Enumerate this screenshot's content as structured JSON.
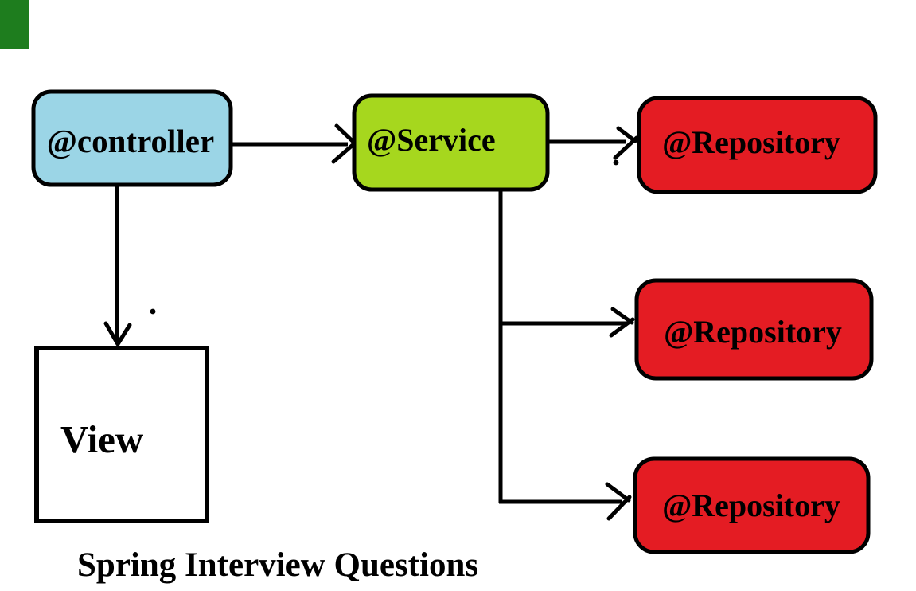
{
  "diagram": {
    "caption": "Spring Interview Questions",
    "colors": {
      "controller_fill": "#9bd5e6",
      "service_fill": "#a6d71e",
      "repository_fill": "#e41c23",
      "view_fill": "#ffffff",
      "stroke": "#000000",
      "corner_mark_fill": "#1e7d1e"
    },
    "nodes": {
      "controller": {
        "label": "@controller"
      },
      "service": {
        "label": "@Service"
      },
      "repository_top": {
        "label": "@Repository"
      },
      "repository_middle": {
        "label": "@Repository"
      },
      "repository_bottom": {
        "label": "@Repository"
      },
      "view": {
        "label": "View"
      }
    },
    "edges": [
      {
        "from": "controller",
        "to": "service"
      },
      {
        "from": "controller",
        "to": "view"
      },
      {
        "from": "service",
        "to": "repository_top"
      },
      {
        "from": "service",
        "to": "repository_middle"
      },
      {
        "from": "service",
        "to": "repository_bottom"
      }
    ]
  }
}
